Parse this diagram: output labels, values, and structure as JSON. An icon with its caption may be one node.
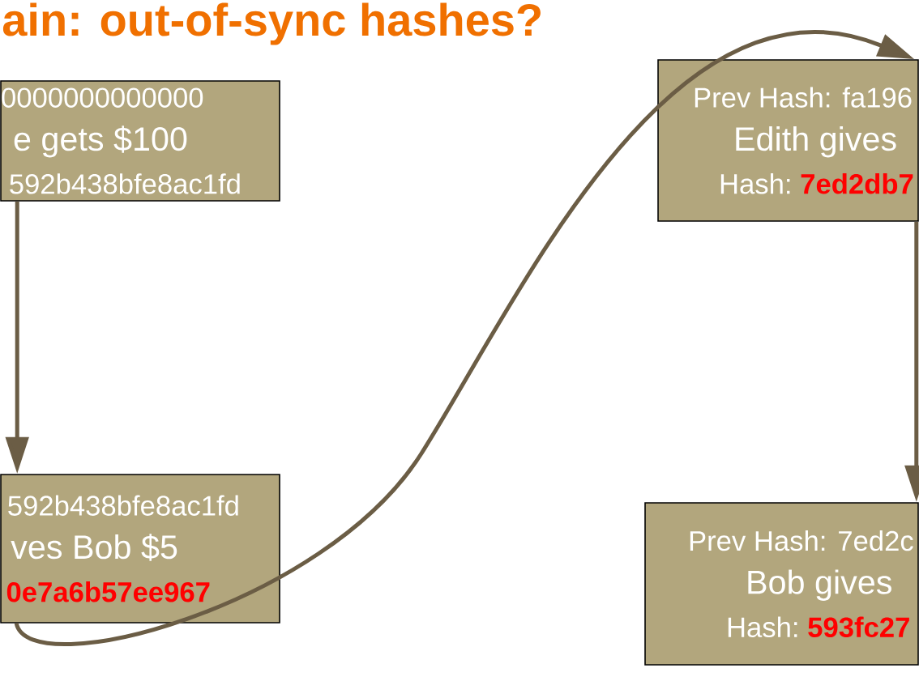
{
  "diagram": {
    "title": "ain: out-of-sync hashes?",
    "nodes": [
      {
        "text": [
          "0000000000000",
          "e gets $100",
          "592b438bfe8ac1fd"
        ]
      },
      {
        "text": [
          "592b438bfe8ac1fd",
          "ves Bob $5",
          "0e7a6b57ee967"
        ]
      },
      {
        "text": [
          "Prev Hash: fa196",
          "Edith gives",
          "Hash:",
          "7ed2db7"
        ]
      },
      {
        "text": [
          "Prev Hash: 7ed2c",
          "Bob gives",
          "Hash:",
          "593fc27"
        ]
      }
    ],
    "edges": [
      {
        "from": 0,
        "to": 1,
        "arrow": "to"
      },
      {
        "from": 1,
        "to": 2,
        "arrow": "to"
      },
      {
        "from": 2,
        "to": 3,
        "arrow": "to"
      }
    ]
  }
}
